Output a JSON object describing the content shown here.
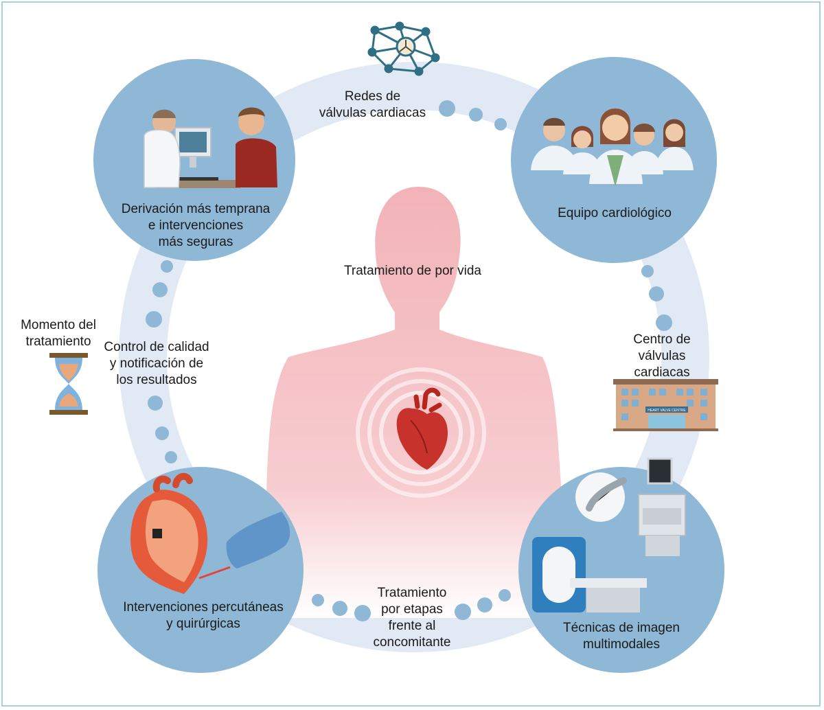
{
  "labels": {
    "lifelong": "Tratamiento de por vida",
    "networks": "Redes de\nválvulas cardiacas",
    "team": "Equipo cardiológico",
    "referral": "Derivación más temprana\ne intervenciones\nmás seguras",
    "timing": "Momento del\ntratamiento",
    "quality": "Control de calidad\ny notificación de\nlos resultados",
    "centre": "Centro de\nválvulas\ncardiacas",
    "interventions": "Intervenciones percutáneas\ny quirúrgicas",
    "staged": "Tratamiento\npor etapas\nfrente al\nconcomitante",
    "imaging": "Técnicas de imagen\nmultimodales"
  },
  "building_sign": "HEART VALVE CENTRE",
  "icons": {
    "network": "network-icon",
    "hourglass": "hourglass-icon",
    "building": "hospital-building-icon",
    "heart": "heart-icon"
  },
  "colors": {
    "circle": "#8fb8d6",
    "ring": "#e1e9f5",
    "dot": "#8fb8d6",
    "body": "#f2b6bb",
    "frame": "#a9cfda"
  }
}
